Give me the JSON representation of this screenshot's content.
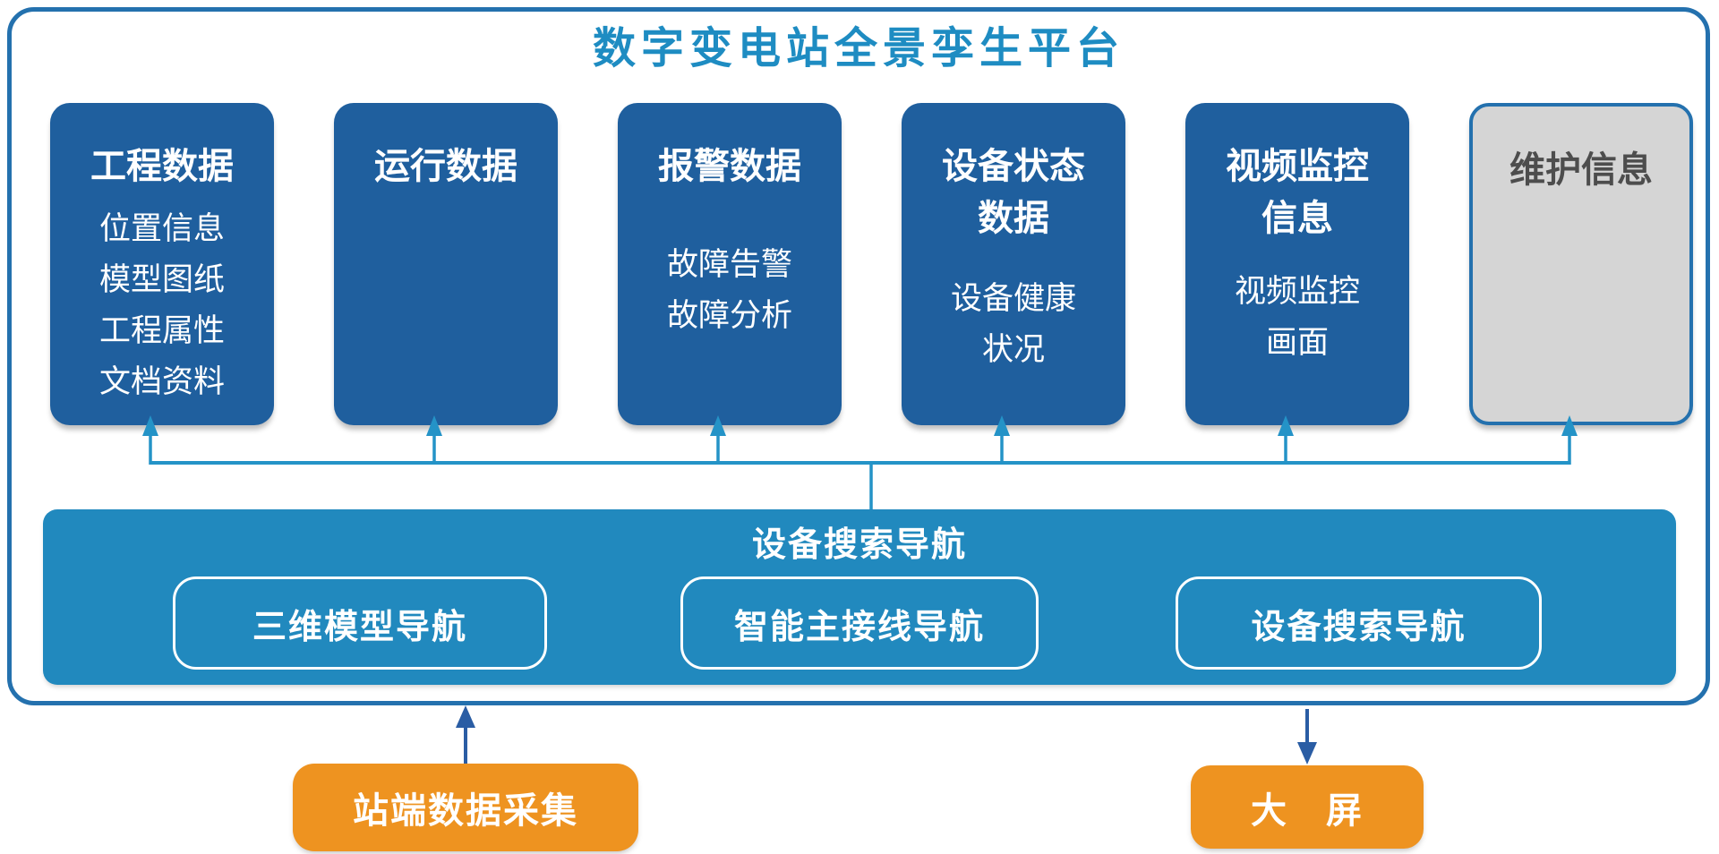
{
  "platform_title": "数字变电站全景孪生平台",
  "cards": [
    {
      "title_lines": [
        "工程数据"
      ],
      "items": [
        "位置信息",
        "模型图纸",
        "工程属性",
        "文档资料"
      ]
    },
    {
      "title_lines": [
        "运行数据"
      ],
      "items": []
    },
    {
      "title_lines": [
        "报警数据"
      ],
      "items": [
        "故障告警",
        "故障分析"
      ]
    },
    {
      "title_lines": [
        "设备状态",
        "数据"
      ],
      "items": [
        "设备健康",
        "状况"
      ]
    },
    {
      "title_lines": [
        "视频监控",
        "信息"
      ],
      "items": [
        "视频监控",
        "画面"
      ]
    },
    {
      "title_lines": [
        "维护信息"
      ],
      "items": []
    }
  ],
  "banner": {
    "title": "设备搜索导航",
    "buttons": [
      "三维模型导航",
      "智能主接线导航",
      "设备搜索导航"
    ]
  },
  "bottom_nodes": [
    {
      "label": "站端数据采集"
    },
    {
      "label": "大　屏"
    }
  ],
  "colors": {
    "card-blue": "#1F5F9E",
    "banner-blue": "#2189BE",
    "title-blue": "#1E8CC2",
    "border-blue": "#2471AE",
    "connector-blue": "#2493C7",
    "arrow-dark": "#2A5DA4",
    "orange": "#EE9320",
    "gray-fill": "#D5D5D5",
    "gray-text": "#4D4D4D"
  }
}
